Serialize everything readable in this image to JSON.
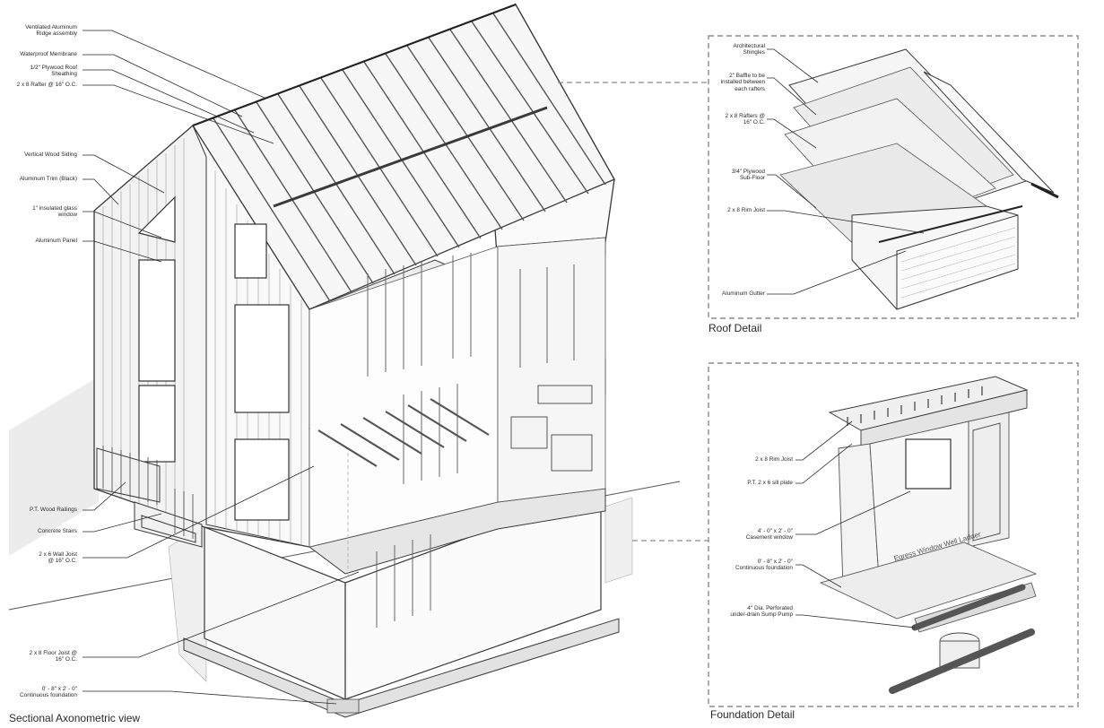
{
  "captions": {
    "main": "Sectional Axonometric view",
    "roof": "Roof Detail",
    "foundation": "Foundation Detail"
  },
  "main_labels": {
    "ridge": "Ventilated Aluminum\nRidge assembly",
    "membrane": "Waterproof Membrane",
    "sheathing": "1/2\" Plywood Roof\nSheathing",
    "rafter": "2 x 8  Rafter @ 16\" O.C.",
    "siding": "Vertical Wood Siding",
    "trim": "Aluminum Trim (Black)",
    "glass": "1\" insulated glass\nwindow",
    "panel": "Aluminum Panel",
    "railings": "P.T. Wood Railings",
    "stairs": "Concrete Stairs",
    "wall_joist": "2 x 6 Wall Joist\n@ 16\" O.C.",
    "floor_joist": "2 x 8 Floor Joist @\n16\" O.C.",
    "foundation": "0' - 8\" x 2' - 0\"\nContinuous foundation"
  },
  "roof_labels": {
    "shingles": "Architectural\nShingles",
    "baffle": "2\" Baffle to be\ninstalled between\neach rafters",
    "rafters": "2 x 8 Rafters @\n16\" O.C.",
    "subfloor": "3/4\" Plywood\nSub-Floor",
    "rim": "2 x  8 Rim Joist",
    "gutter": "Aluminum Gutter"
  },
  "foundation_labels": {
    "rim": "2 x 8 Rim Joist",
    "sill": "P.T. 2 x 6 sill plate",
    "casement": "4' - 0\" x 2' - 0\"\nCasement window",
    "continuous": "0' - 8\" x 2' - 0\"\nContinuous foundation",
    "drain": "4\" Dia. Perforated\nunder-drain Sump Pump"
  },
  "well_text": "Egress Window Well Ladder",
  "colors": {
    "line": "#3a3a3a",
    "light_line": "#8a8a8a",
    "shadow": "#e6e6e6",
    "panel_fill": "#f2f2f2",
    "dash": "#8c8c8c"
  }
}
